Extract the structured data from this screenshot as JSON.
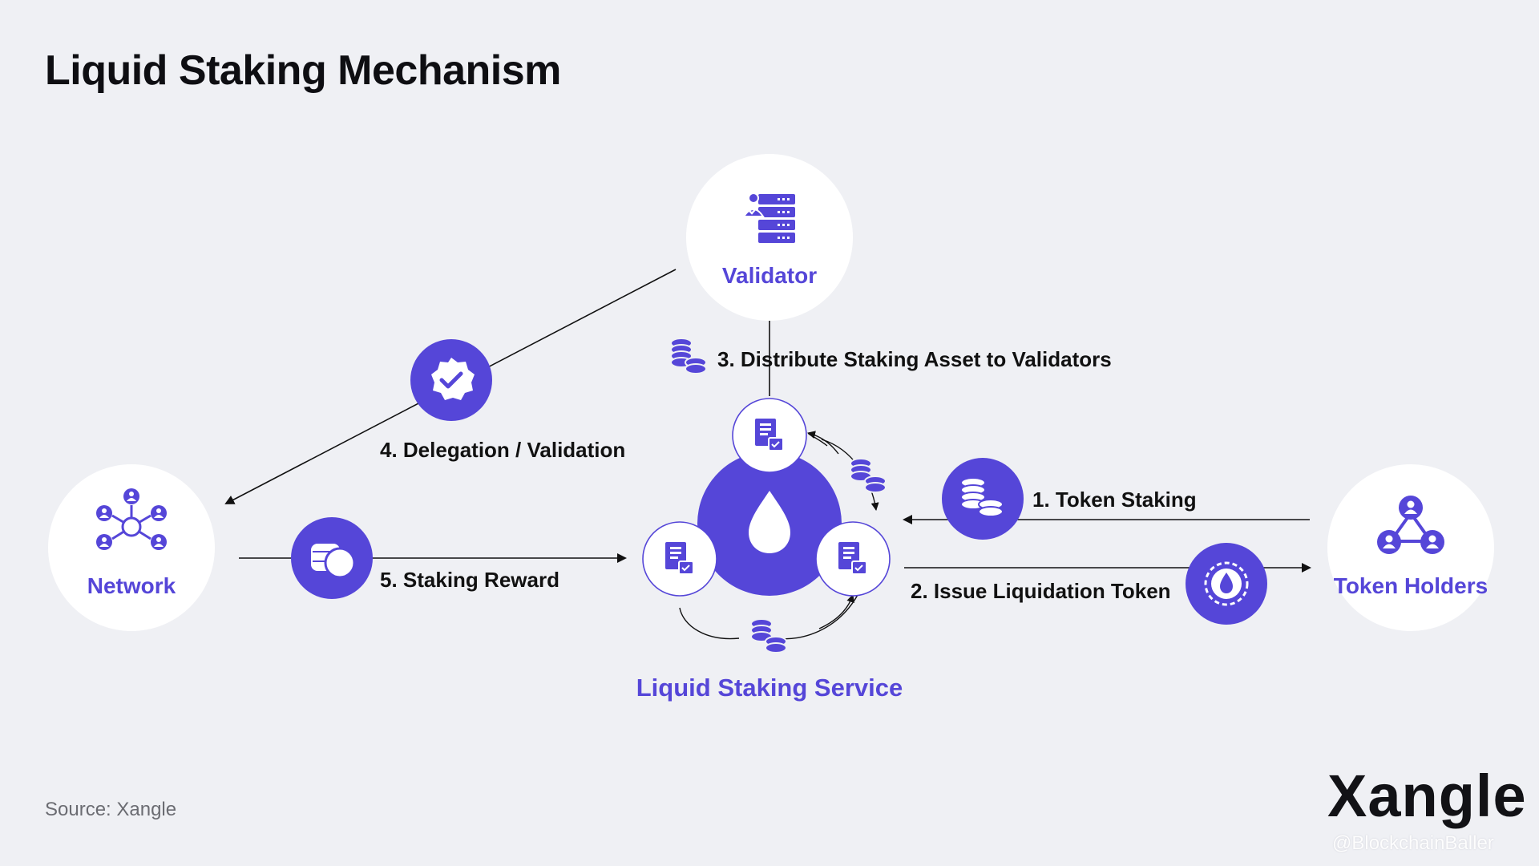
{
  "title": "Liquid Staking Mechanism",
  "nodes": {
    "validator": "Validator",
    "network": "Network",
    "token_holders": "Token Holders",
    "service": "Liquid Staking Service"
  },
  "steps": {
    "s1": "1. Token Staking",
    "s2": "2. Issue Liquidation Token",
    "s3": "3. Distribute Staking Asset to Validators",
    "s4": "4. Delegation / Validation",
    "s5": "5. Staking Reward"
  },
  "source": "Source: Xangle",
  "brand": "Xangle",
  "watermark": "@BlockchainBaller",
  "colors": {
    "accent": "#5546d8",
    "background": "#eff0f4",
    "node_fill": "#ffffff",
    "text": "#0e0e12"
  },
  "icons": {
    "validator": "server-user-icon",
    "network": "network-hub-icon",
    "token_holders": "users-triangle-icon",
    "service": "droplet-icon",
    "step1": "coins-stack-icon",
    "step2": "droplet-token-icon",
    "step4": "verified-badge-icon",
    "step5": "coin-stack-icon"
  }
}
